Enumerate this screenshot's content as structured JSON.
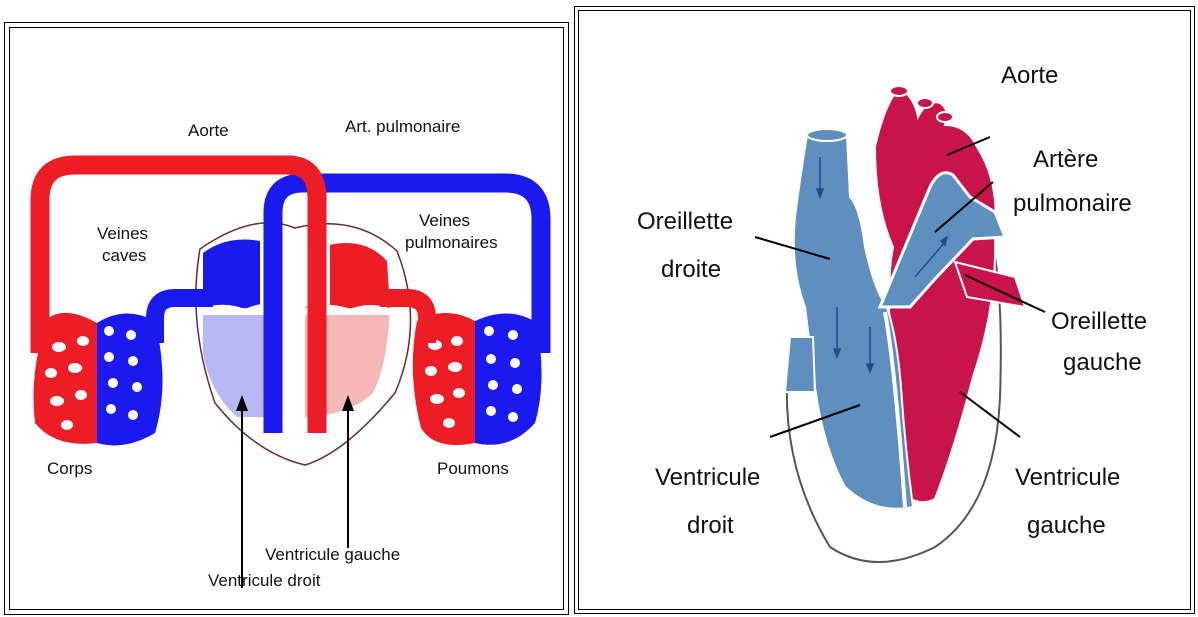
{
  "left_diagram": {
    "labels": {
      "aorte": "Aorte",
      "art_pulmonaire": "Art. pulmonaire",
      "veines_caves_1": "Veines",
      "veines_caves_2": "caves",
      "veines_pulmonaires_1": "Veines",
      "veines_pulmonaires_2": "pulmonaires",
      "corps": "Corps",
      "poumons": "Poumons",
      "ventricule_gauche": "Ventricule gauche",
      "ventricule_droit": "Ventricule droit"
    }
  },
  "right_diagram": {
    "labels": {
      "aorte": "Aorte",
      "artere_1": "Artère",
      "artere_2": "pulmonaire",
      "oreillette_droite_1": "Oreillette",
      "oreillette_droite_2": "droite",
      "oreillette_gauche_1": "Oreillette",
      "oreillette_gauche_2": "gauche",
      "ventricule_droit_1": "Ventricule",
      "ventricule_droit_2": "droit",
      "ventricule_gauche_1": "Ventricule",
      "ventricule_gauche_2": "gauche"
    }
  },
  "colors": {
    "oxygenated": "#ee1c25",
    "deoxygenated": "#1a1aee",
    "light_blue": "#b8b8f4",
    "light_pink": "#f6b7b7",
    "heart_blue": "#5f8fbf",
    "heart_red": "#c8144a"
  }
}
